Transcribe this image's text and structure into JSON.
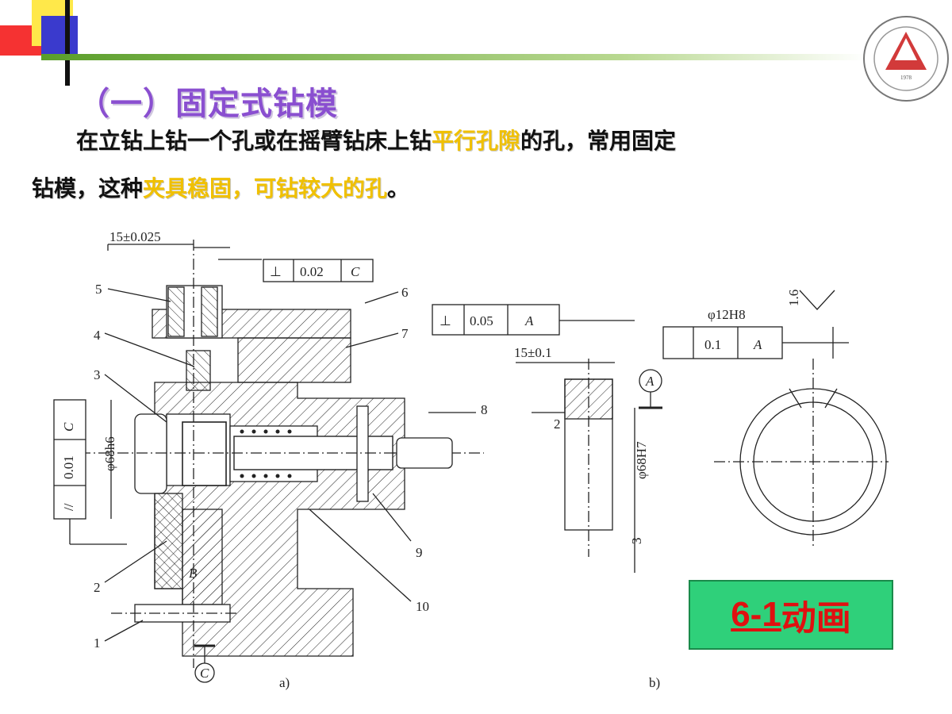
{
  "title": "（一）固定式钻模",
  "paragraph": {
    "line1_a": "在立钻上钻一个孔或在摇臂钻床上钻",
    "line1_hl": "平行孔隙",
    "line1_b": "的孔，常用固定",
    "line2_a": "钻模，这种",
    "line2_hl": "夹具稳固，可钻较大的孔",
    "line2_b": "。"
  },
  "drawing_a": {
    "dim_top": "15±0.025",
    "tol_perp": "⊥",
    "tol_perp_val": "0.02",
    "tol_perp_ref": "C",
    "dia_label": "φ68h6",
    "tol_par_sym": "//",
    "tol_par_val": "0.01",
    "tol_par_ref": "C",
    "datum_b": "B",
    "datum_c": "C",
    "caption": "a)",
    "parts": [
      "1",
      "2",
      "3",
      "4",
      "5",
      "6",
      "7",
      "8",
      "9",
      "10"
    ]
  },
  "drawing_b": {
    "tol_perp": "⊥",
    "tol_perp_val": "0.05",
    "tol_perp_ref": "A",
    "dim": "15±0.1",
    "datum_a": "A",
    "dia_label": "φ68H7",
    "dim_2": "2",
    "dim_3": "3",
    "caption": "b)"
  },
  "drawing_c": {
    "hole": "φ12H8",
    "roughness": "1.6",
    "tol_sym_val": "0.1",
    "tol_sym_ref": "A"
  },
  "animation_button": {
    "number": "6-1",
    "word": "动画"
  },
  "colors": {
    "title": "#8a4fd0",
    "highlight": "#f0c000",
    "button_bg": "#2fd07a",
    "button_text": "#e01010"
  }
}
